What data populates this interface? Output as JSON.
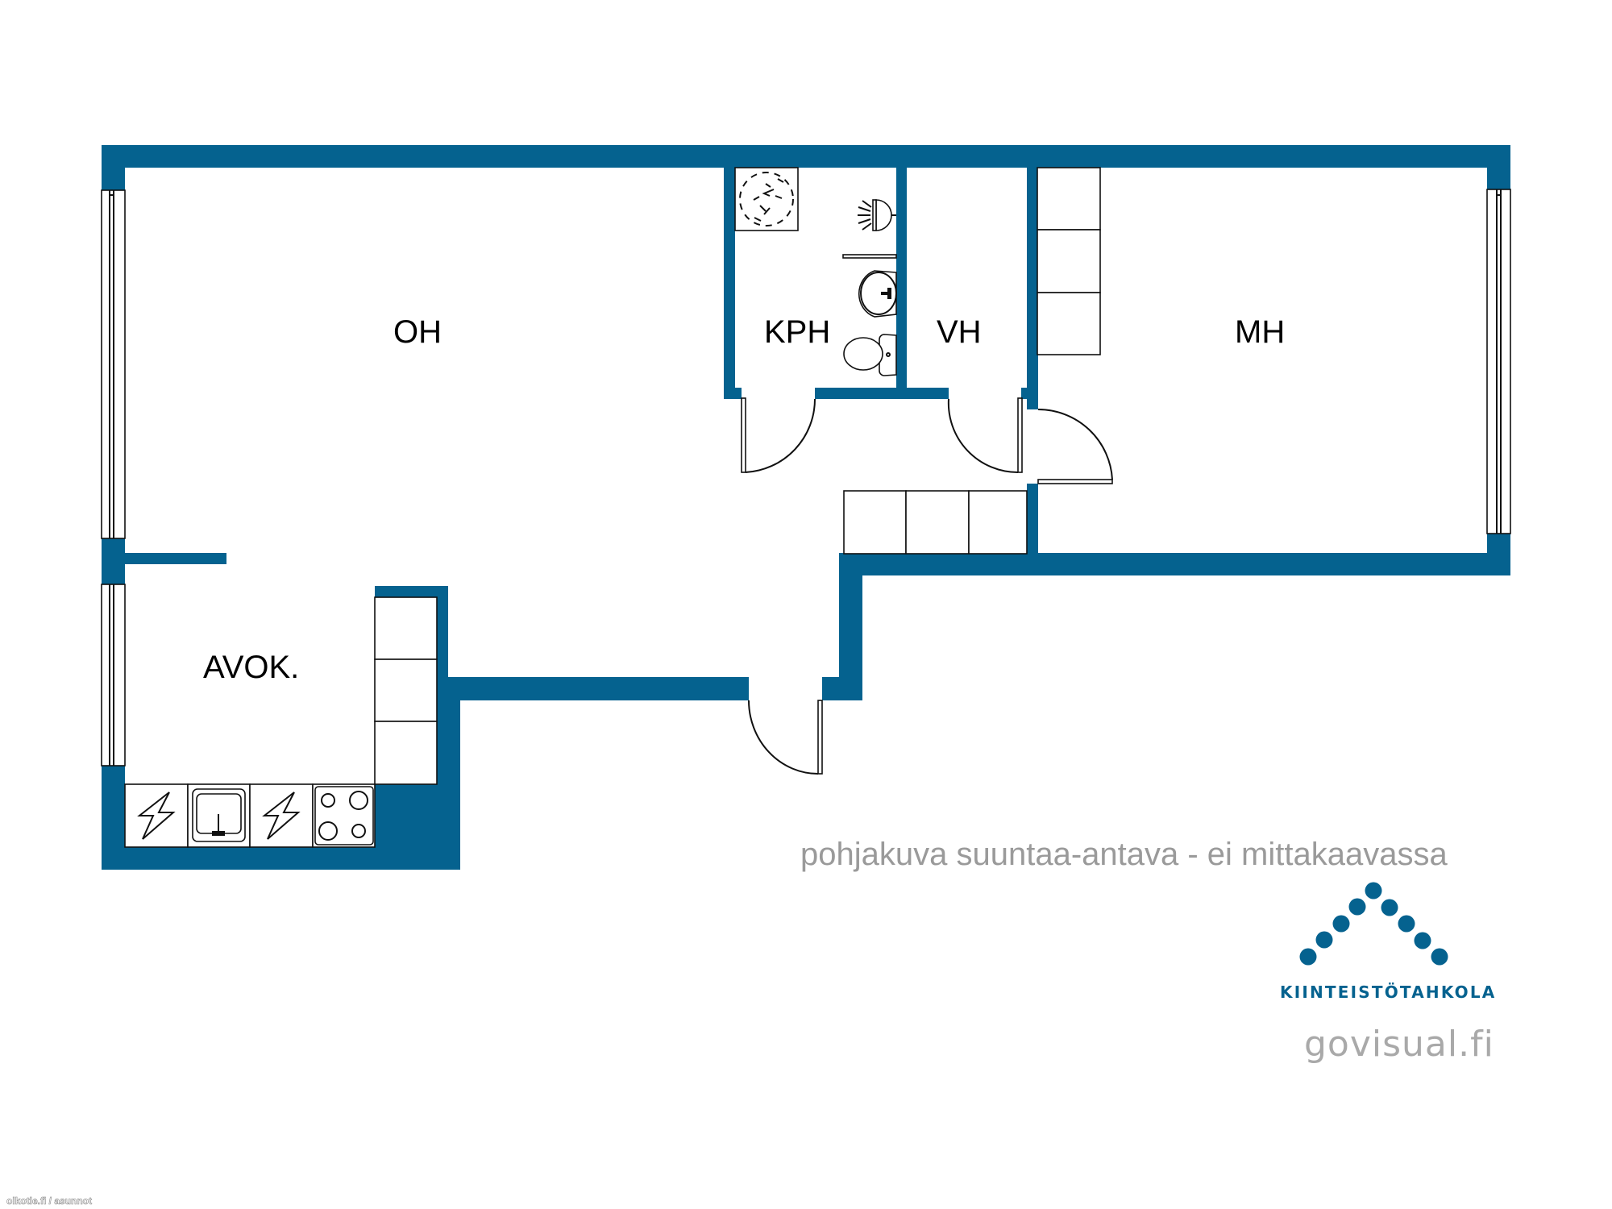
{
  "floor_plan": {
    "rooms": [
      {
        "id": "oh",
        "label": "OH"
      },
      {
        "id": "kph",
        "label": "KPH"
      },
      {
        "id": "vh",
        "label": "VH"
      },
      {
        "id": "mh",
        "label": "MH"
      },
      {
        "id": "avok",
        "label": "AVOK."
      }
    ],
    "fixtures": {
      "shower": "shower-icon",
      "shower_head": "shower-head-icon",
      "washbasin": "washbasin-icon",
      "toilet": "toilet-icon",
      "kitchen_sink": "sink-icon",
      "stove": "stove-icon",
      "appliance": "electric-appliance-icon"
    },
    "colors": {
      "wall": "#05628f",
      "line": "#111111",
      "disclaimer_text": "#9a9a9a"
    }
  },
  "disclaimer": "pohjakuva suuntaa-antava - ei mittakaavassa",
  "brand": {
    "name": "KIINTEISTÖTAHKOLA",
    "color": "#05628f",
    "logo_icon": "roof-dots-icon"
  },
  "credit": "govisual.fi",
  "watermark": "oikotie.fi / asunnot"
}
